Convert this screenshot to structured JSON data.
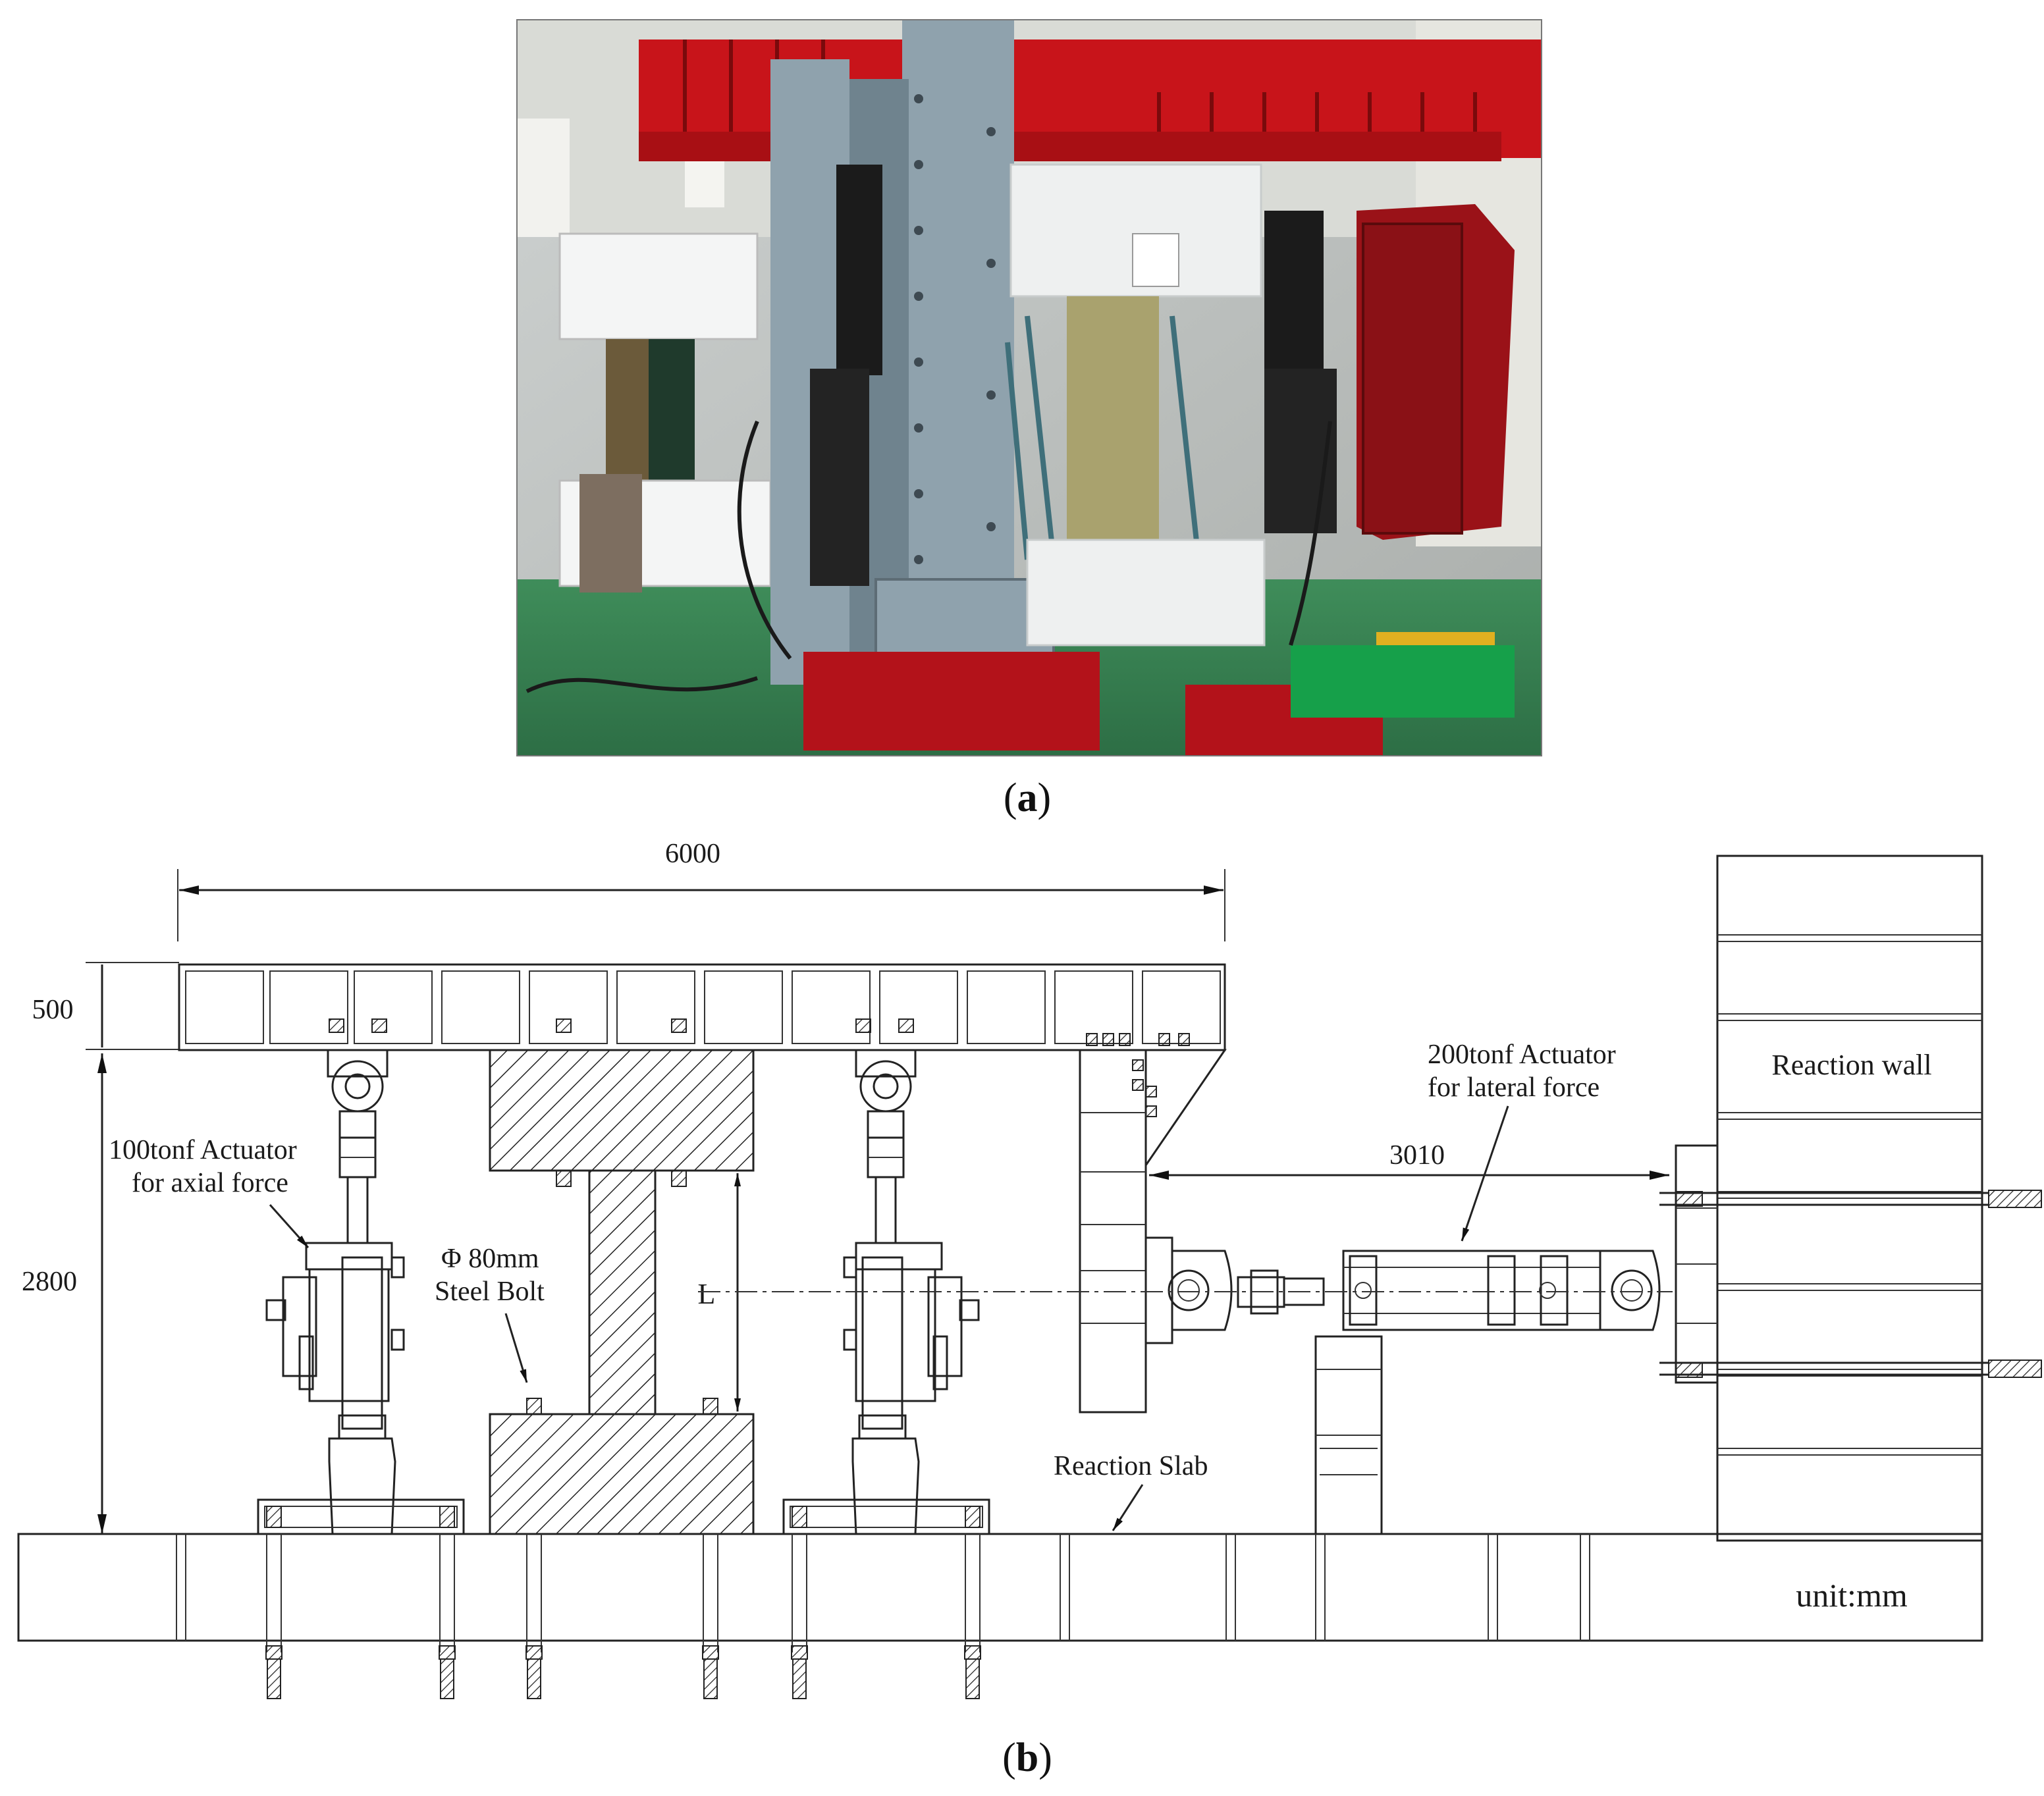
{
  "figure": {
    "panel_a_label": "a",
    "panel_b_label": "b"
  },
  "dimensions": {
    "frame_width": "6000",
    "beam_depth": "500",
    "frame_height": "2800",
    "actuator_span": "3010",
    "specimen_length": "L"
  },
  "labels": {
    "axial_actuator_line1": "100tonf Actuator",
    "axial_actuator_line2": "for axial force",
    "bolt_line1": "Φ 80mm",
    "bolt_line2": "Steel Bolt",
    "lateral_actuator_line1": "200tonf Actuator",
    "lateral_actuator_line2": "for lateral force",
    "reaction_wall": "Reaction wall",
    "reaction_slab": "Reaction Slab",
    "unit": "unit:mm"
  },
  "photo": {
    "description_colors": {
      "frame_red": "#c8141a",
      "steel_blue": "#8fa2ad",
      "floor_green": "#3a8a55",
      "concrete_white": "#eef0f0"
    }
  }
}
